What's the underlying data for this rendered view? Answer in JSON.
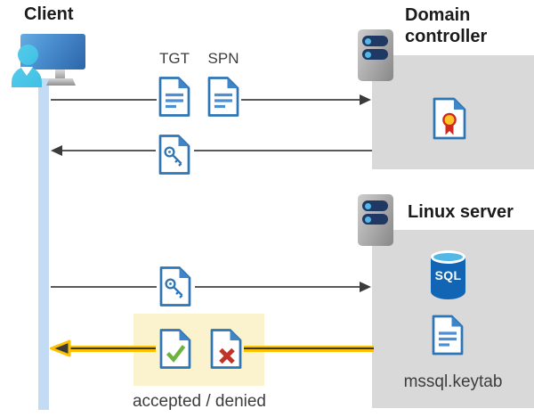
{
  "client": {
    "title": "Client"
  },
  "domain_controller": {
    "title": "Domain controller"
  },
  "linux_server": {
    "title": "Linux server",
    "sql_label": "SQL",
    "keytab_label": "mssql.keytab"
  },
  "labels": {
    "tgt": "TGT",
    "spn": "SPN",
    "result": "accepted / denied"
  },
  "arrows": [
    {
      "direction": "client-to-domain-controller",
      "color": "gray"
    },
    {
      "direction": "domain-controller-to-client",
      "color": "gray"
    },
    {
      "direction": "client-to-linux-server",
      "color": "gray"
    },
    {
      "direction": "linux-server-to-client",
      "color": "yellow-highlight"
    }
  ],
  "icons": {
    "client-user-computer-icon": "person at monitor",
    "client-timeline-bar": "vertical light blue bar",
    "server-icon": "gray server with two indicator bars",
    "tgt-document-icon": "document with text lines",
    "spn-document-icon": "document with text lines",
    "key-document-icon": "document with key",
    "certificate-document-icon": "document with award rosette",
    "sql-database-icon": "blue SQL database cylinder",
    "keytab-document-icon": "document with text lines",
    "accepted-document-icon": "document with green check",
    "denied-document-icon": "document with red cross"
  },
  "colors": {
    "doc_blue": "#2E75B6",
    "fold_blue": "#3E86C8",
    "line_blue": "#4B8FD4",
    "accent_yellow": "#FFC000",
    "highlight_yellow": "#FAF3CD",
    "box_gray": "#D9D9D9",
    "timeline_blue": "#C3DCF3",
    "check_green": "#6CB33F",
    "deny_red": "#C13327",
    "cert_red": "#CE2A1E",
    "cert_gold": "#FFC425",
    "arrow_gray": "#595959",
    "arrow_dark": "#3B3B3B",
    "navy": "#1F3864",
    "dot_cyan": "#52B8E8",
    "sql_blue": "#1165B4",
    "person_cyan": "#3FC0E5",
    "text_dark": "#3D3D3D",
    "title_black": "#1B1B1B"
  }
}
